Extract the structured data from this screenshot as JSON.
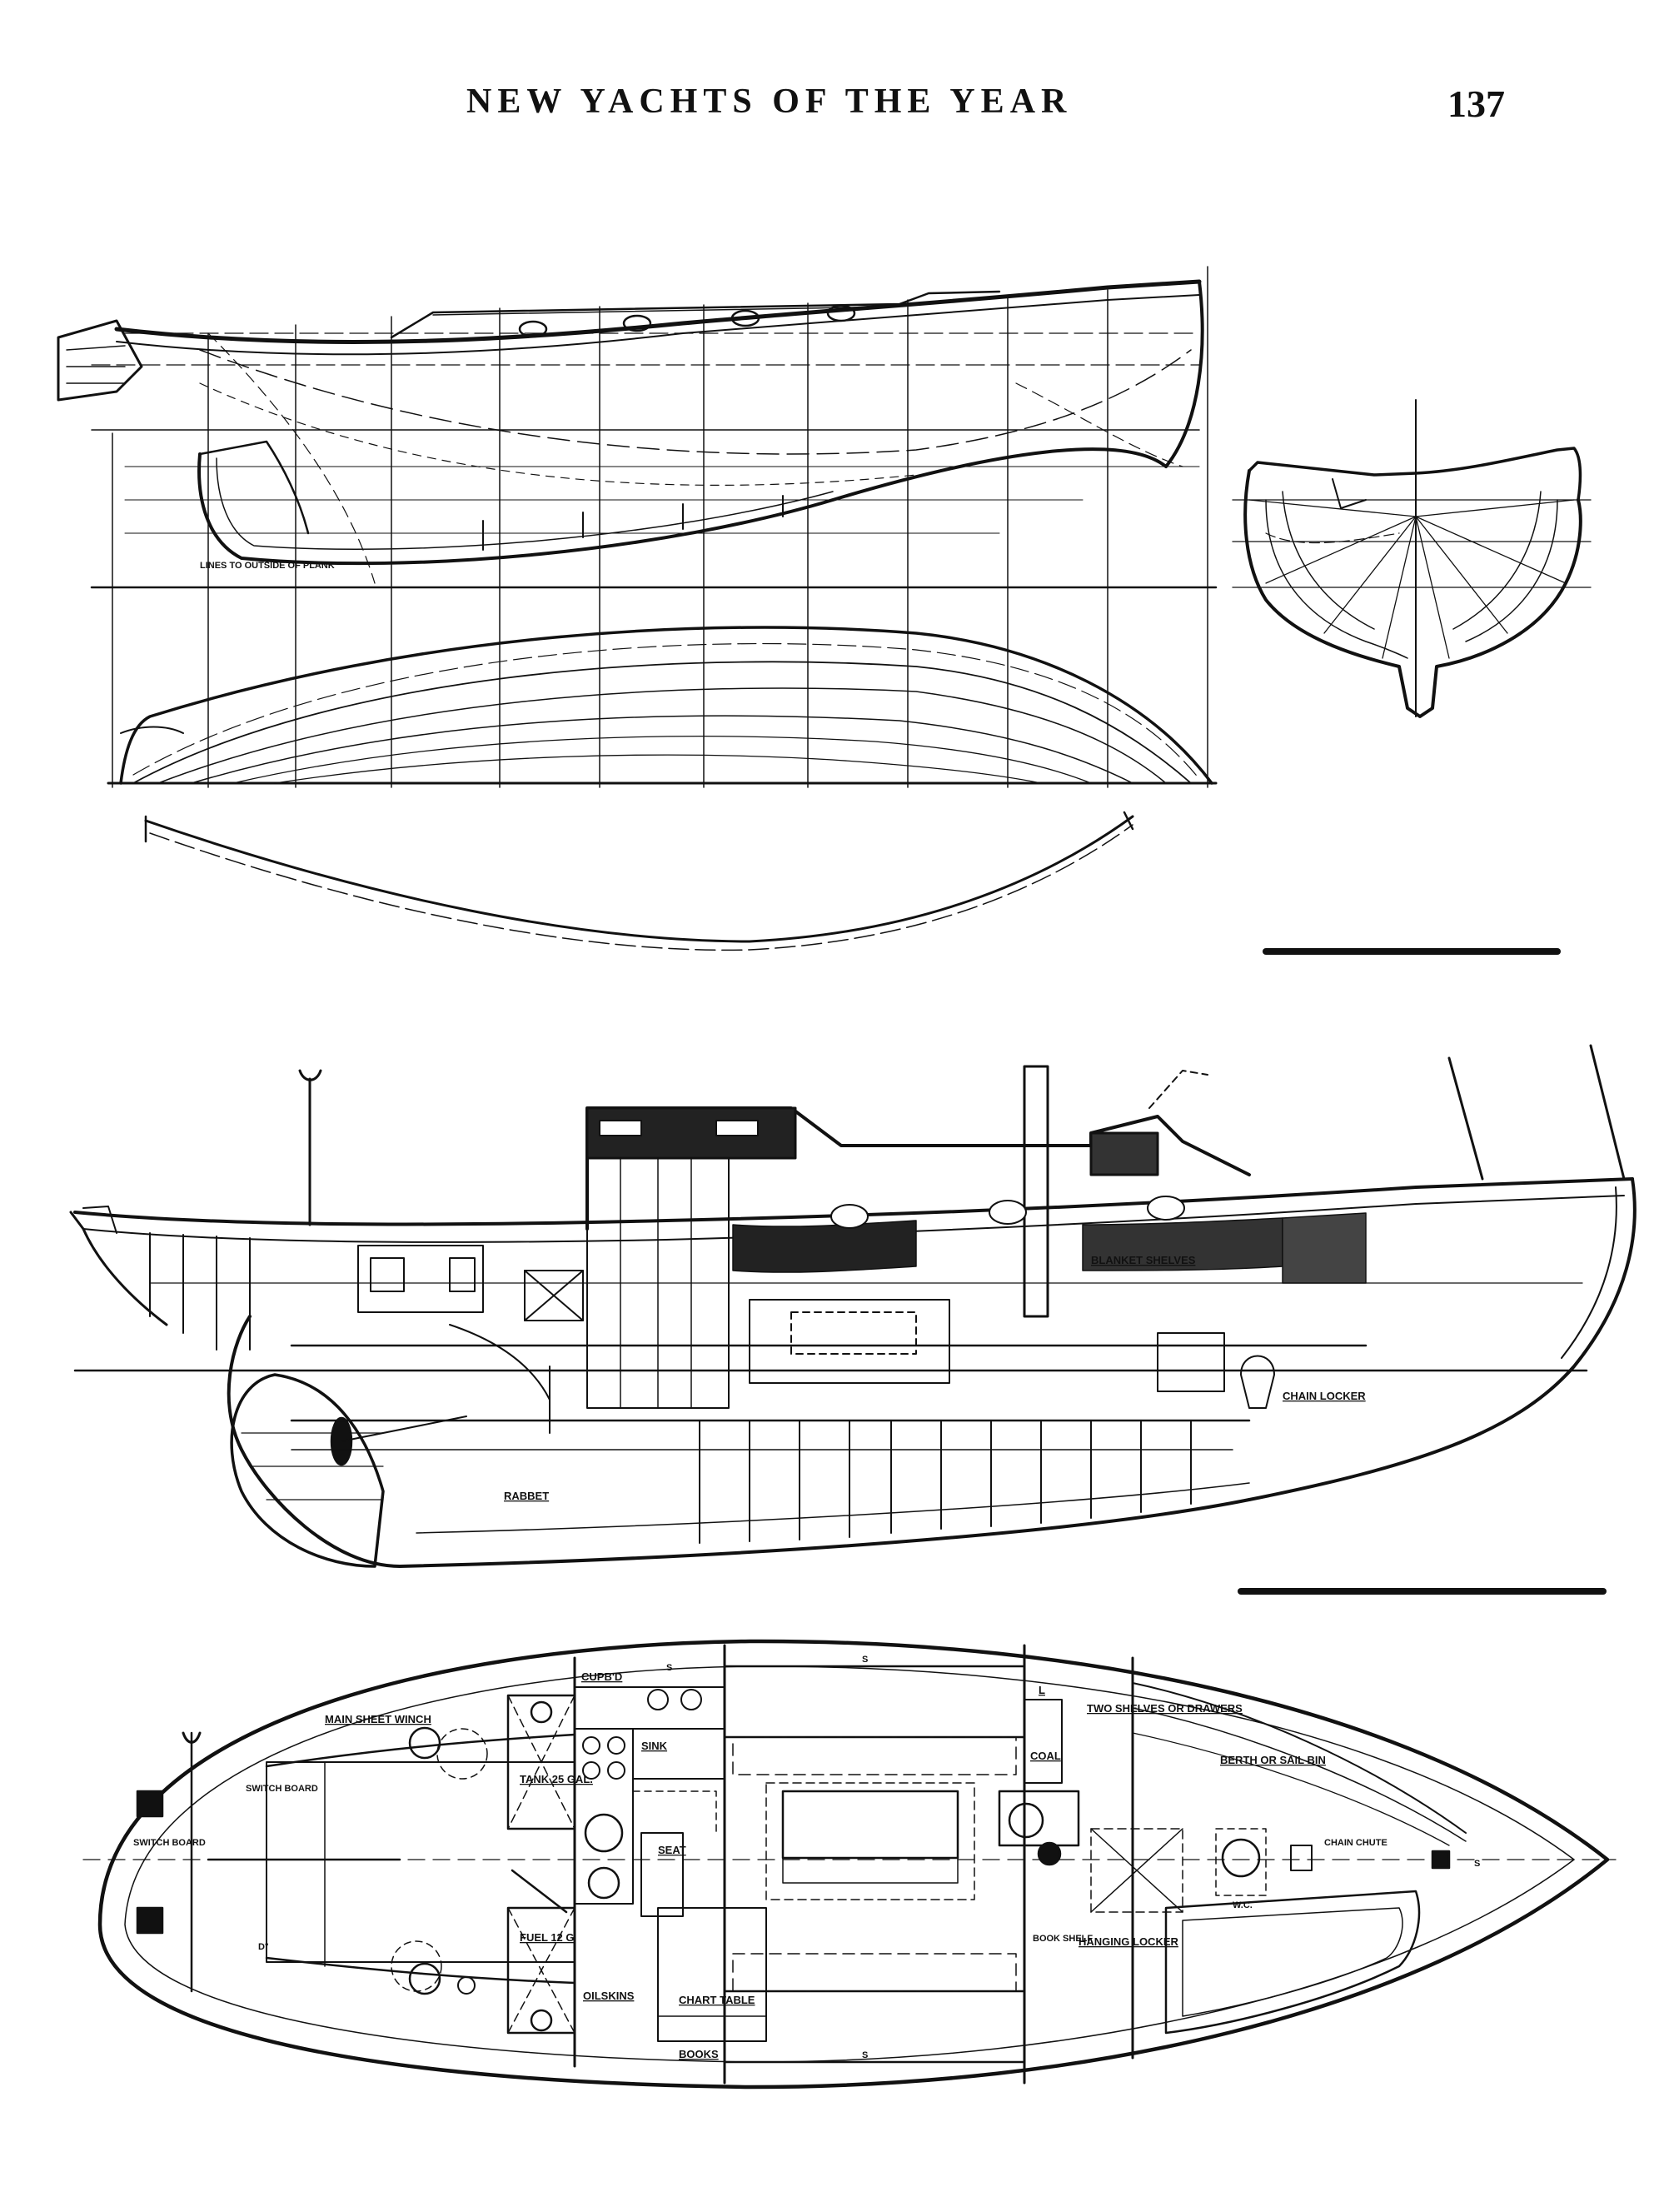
{
  "page": {
    "title": "NEW YACHTS OF THE YEAR",
    "number": "137"
  },
  "profile_labels": {
    "blanket_shelves": "BLANKET SHELVES",
    "chain_locker": "CHAIN LOCKER",
    "rabbet": "RABBET",
    "lines_note": "LINES TO OUTSIDE OF PLANK"
  },
  "plan_labels": {
    "main_sheet_winch": "MAIN SHEET WINCH",
    "switch_board": "SWITCH BOARD",
    "switch_board_2": "SWITCH BOARD",
    "cupbd": "CUPB'D",
    "sink": "SINK",
    "tank": "TANK 25 GAL.",
    "fuel": "FUEL 12 G",
    "oilskins": "OILSKINS",
    "chart_table": "CHART TABLE",
    "books": "BOOKS",
    "seat": "SEAT",
    "coal": "COAL",
    "l": "L",
    "two_shelves": "TWO SHELVES OR DRAWERS",
    "berth_sail_bin": "BERTH OR SAIL BIN",
    "book_shelf": "BOOK SHELF",
    "hanging_locker": "HANGING LOCKER",
    "chain_chute": "CHAIN CHUTE",
    "wc": "W.C.",
    "s_top": "S",
    "s_top2": "S",
    "s_bottom": "S",
    "s_bow": "S",
    "do": "D°"
  }
}
